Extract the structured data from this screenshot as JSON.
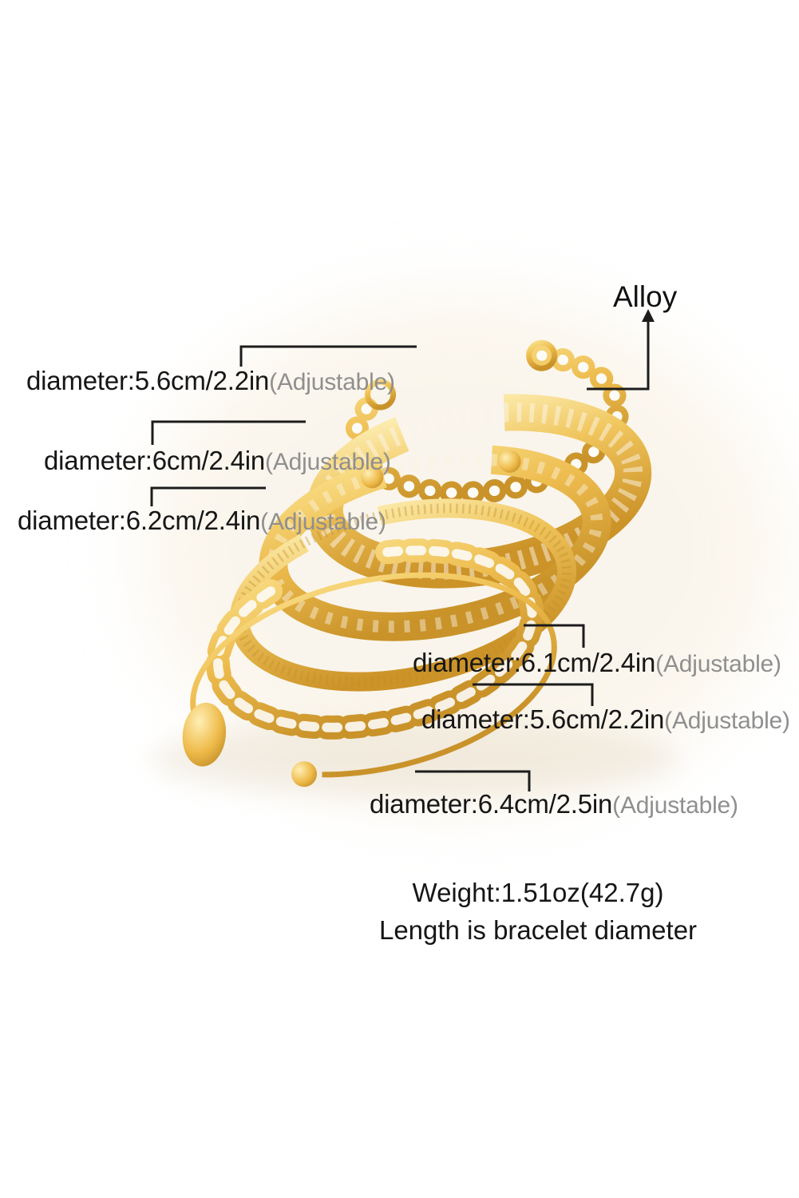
{
  "product": {
    "material_label": "Alloy"
  },
  "annotations": [
    {
      "measurement": "diameter:5.6cm/2.2in",
      "note": "(Adjustable)"
    },
    {
      "measurement": "diameter:6cm/2.4in",
      "note": "(Adjustable)"
    },
    {
      "measurement": "diameter:6.2cm/2.4in",
      "note": "(Adjustable)"
    },
    {
      "measurement": "diameter:6.1cm/2.4in",
      "note": "(Adjustable)"
    },
    {
      "measurement": "diameter:5.6cm/2.2in",
      "note": "(Adjustable)"
    },
    {
      "measurement": "diameter:6.4cm/2.5in",
      "note": "(Adjustable)"
    }
  ],
  "footer": {
    "weight": "Weight:1.51oz(42.7g)",
    "length_note": "Length is bracelet diameter"
  },
  "colors": {
    "gold_highlight": "#f9dd85",
    "gold_mid": "#edbb4d",
    "gold_shadow": "#c9932a",
    "callout_line": "#1c1c1c",
    "measurement_text": "#161616",
    "adjustable_text": "#8f8f8f",
    "background": "#ffffff"
  }
}
